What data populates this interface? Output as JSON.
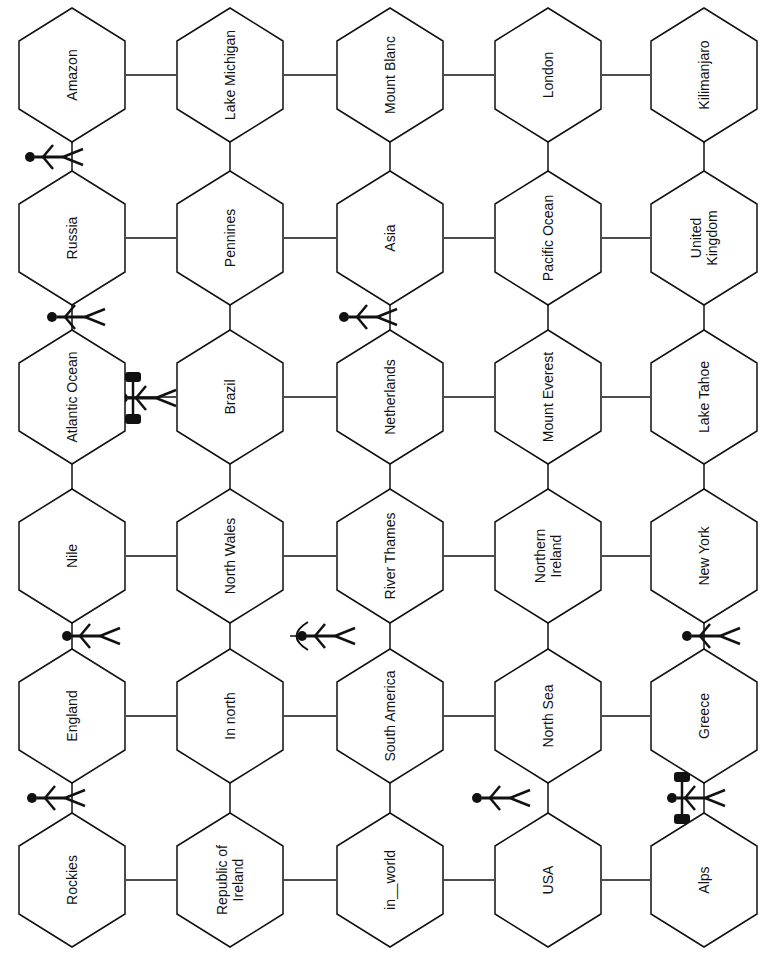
{
  "diagram": {
    "nodes": [
      {
        "text": [
          "Amazon"
        ]
      },
      {
        "text": [
          "Lake Michigan"
        ]
      },
      {
        "text": [
          "Mount Blanc"
        ]
      },
      {
        "text": [
          "London"
        ]
      },
      {
        "text": [
          "Kilimanjaro"
        ]
      },
      {
        "text": [
          "Russia"
        ]
      },
      {
        "text": [
          "Pennines"
        ]
      },
      {
        "text": [
          "Asia"
        ]
      },
      {
        "text": [
          "Pacific Ocean"
        ]
      },
      {
        "text": [
          "United Kingdom"
        ]
      },
      {
        "text": [
          "Atlantic Ocean"
        ]
      },
      {
        "text": [
          "Brazil"
        ]
      },
      {
        "text": [
          "Netherlands"
        ]
      },
      {
        "text": [
          "Mount Everest"
        ]
      },
      {
        "text": [
          "Lake Tahoe"
        ]
      },
      {
        "text": [
          "Nile"
        ]
      },
      {
        "text": [
          "North Wales"
        ]
      },
      {
        "text": [
          "River Thames"
        ]
      },
      {
        "text": [
          "Northern Ireland"
        ]
      },
      {
        "text": [
          "New York"
        ]
      },
      {
        "text": [
          "England"
        ]
      },
      {
        "text": [
          "In north"
        ]
      },
      {
        "text": [
          "South America"
        ]
      },
      {
        "text": [
          "North Sea"
        ]
      },
      {
        "text": [
          "Greece"
        ]
      },
      {
        "text": [
          "Rockies"
        ]
      },
      {
        "text": [
          "Republic of Ireland"
        ]
      },
      {
        "text": [
          "in__world"
        ]
      },
      {
        "text": [
          "USA"
        ]
      },
      {
        "text": [
          "Alps"
        ]
      }
    ],
    "edges": [
      {
        "from": 0,
        "to": 1,
        "arrow": "none"
      },
      {
        "from": 1,
        "to": 2,
        "arrow": "none"
      },
      {
        "from": 2,
        "to": 3,
        "arrow": "none"
      },
      {
        "from": 3,
        "to": 4,
        "arrow": "none"
      },
      {
        "from": 5,
        "to": 6,
        "arrow": "none"
      },
      {
        "from": 6,
        "to": 7,
        "arrow": "none"
      },
      {
        "from": 7,
        "to": 8,
        "arrow": "none"
      },
      {
        "from": 8,
        "to": 9,
        "arrow": "none"
      },
      {
        "from": 10,
        "to": 11,
        "arrow": "none"
      },
      {
        "from": 11,
        "to": 12,
        "arrow": "none"
      },
      {
        "from": 12,
        "to": 13,
        "arrow": "none"
      },
      {
        "from": 13,
        "to": 14,
        "arrow": "none"
      },
      {
        "from": 15,
        "to": 16,
        "arrow": "none"
      },
      {
        "from": 16,
        "to": 17,
        "arrow": "none"
      },
      {
        "from": 17,
        "to": 18,
        "arrow": "none"
      },
      {
        "from": 18,
        "to": 19,
        "arrow": "none"
      },
      {
        "from": 20,
        "to": 21,
        "arrow": "none"
      },
      {
        "from": 21,
        "to": 22,
        "arrow": "none"
      },
      {
        "from": 22,
        "to": 23,
        "arrow": "none"
      },
      {
        "from": 23,
        "to": 24,
        "arrow": "none"
      },
      {
        "from": 25,
        "to": 26,
        "arrow": "none"
      },
      {
        "from": 26,
        "to": 27,
        "arrow": "none"
      },
      {
        "from": 27,
        "to": 28,
        "arrow": "none"
      },
      {
        "from": 28,
        "to": 29,
        "arrow": "none"
      },
      {
        "from": 0,
        "to": 5,
        "arrow": "none"
      },
      {
        "from": 5,
        "to": 10,
        "arrow": "none"
      },
      {
        "from": 10,
        "to": 15,
        "arrow": "none"
      },
      {
        "from": 15,
        "to": 20,
        "arrow": "none"
      },
      {
        "from": 20,
        "to": 25,
        "arrow": "none"
      },
      {
        "from": 1,
        "to": 6,
        "arrow": "none"
      },
      {
        "from": 6,
        "to": 11,
        "arrow": "none"
      },
      {
        "from": 11,
        "to": 16,
        "arrow": "none"
      },
      {
        "from": 16,
        "to": 21,
        "arrow": "none"
      },
      {
        "from": 21,
        "to": 26,
        "arrow": "none"
      },
      {
        "from": 2,
        "to": 7,
        "arrow": "none"
      },
      {
        "from": 7,
        "to": 12,
        "arrow": "none"
      },
      {
        "from": 12,
        "to": 17,
        "arrow": "none"
      },
      {
        "from": 17,
        "to": 22,
        "arrow": "none"
      },
      {
        "from": 22,
        "to": 27,
        "arrow": "none"
      },
      {
        "from": 3,
        "to": 8,
        "arrow": "none"
      },
      {
        "from": 8,
        "to": 13,
        "arrow": "none"
      },
      {
        "from": 13,
        "to": 18,
        "arrow": "none"
      },
      {
        "from": 18,
        "to": 23,
        "arrow": "none"
      },
      {
        "from": 23,
        "to": 28,
        "arrow": "none"
      },
      {
        "from": 4,
        "to": 9,
        "arrow": "none"
      },
      {
        "from": 9,
        "to": 14,
        "arrow": "none"
      },
      {
        "from": 14,
        "to": 19,
        "arrow": "none"
      },
      {
        "from": 19,
        "to": 24,
        "arrow": "none"
      },
      {
        "from": 24,
        "to": 29,
        "arrow": "none"
      }
    ]
  }
}
